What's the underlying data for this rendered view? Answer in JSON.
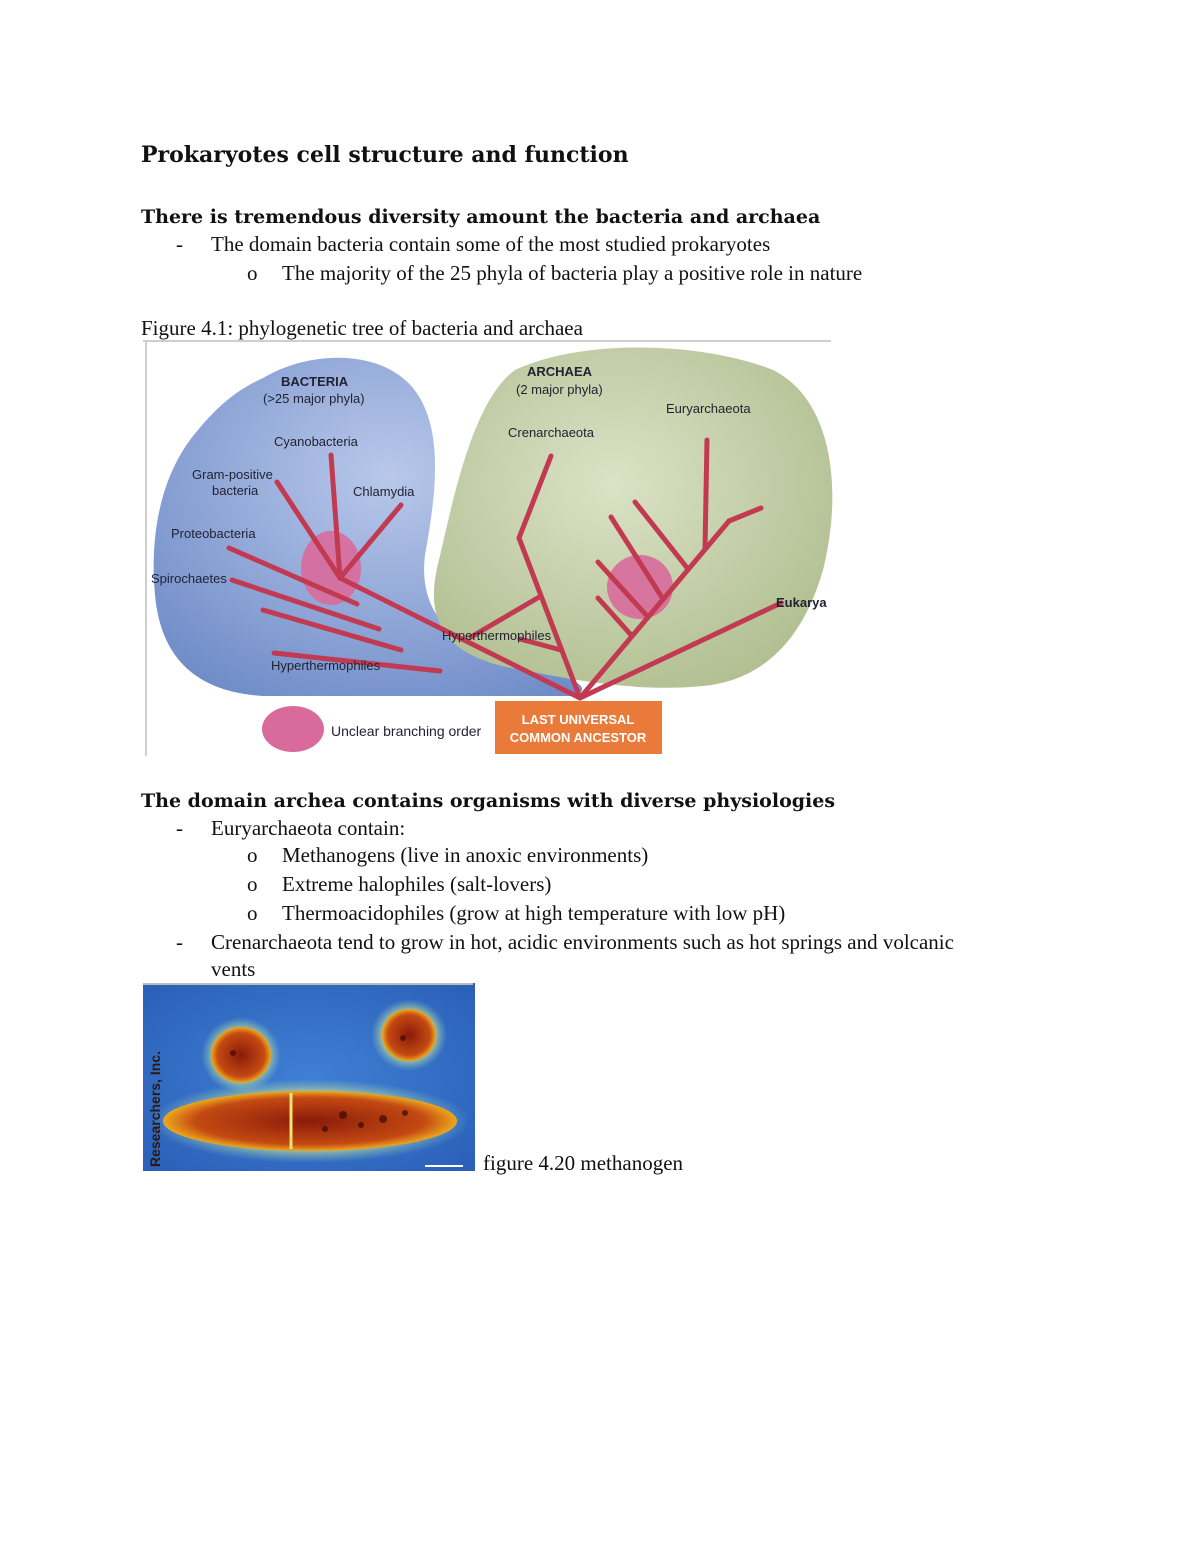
{
  "title": "Prokaryotes cell structure and function",
  "section1": {
    "heading": "There is tremendous diversity amount the bacteria and archaea",
    "bullets": [
      {
        "marker": "-",
        "text": "The domain bacteria contain some of the most studied prokaryotes"
      },
      {
        "marker": "o",
        "text": "The majority of the 25 phyla of bacteria play a positive role in nature"
      }
    ]
  },
  "figure1": {
    "caption": "Figure 4.1: phylogenetic tree of bacteria and archaea",
    "bacteria_title": "BACTERIA",
    "bacteria_sub": "(>25 major phyla)",
    "archaea_title": "ARCHAEA",
    "archaea_sub": "(2 major phyla)",
    "labels": {
      "cyanobacteria": "Cyanobacteria",
      "gram_positive_1": "Gram-positive",
      "gram_positive_2": "bacteria",
      "chlamydia": "Chlamydia",
      "proteobacteria": "Proteobacteria",
      "spirochaetes": "Spirochaetes",
      "hyperthermophiles_bacteria": "Hyperthermophiles",
      "crenarchaeota": "Crenarchaeota",
      "euryarchaeota": "Euryarchaeota",
      "hyperthermophiles_archaea": "Hyperthermophiles",
      "eukarya": "Eukarya",
      "unclear": "Unclear branching order",
      "luca_1": "LAST UNIVERSAL",
      "luca_2": "COMMON ANCESTOR"
    },
    "colors": {
      "bacteria_blob": "#7e98cf",
      "archaea_blob": "#b6c496",
      "branch": "#c23a52",
      "unclear_blob": "#d96a9c",
      "luca_box": "#ea7a3a"
    }
  },
  "section2": {
    "heading": "The domain archea contains organisms with diverse physiologies",
    "bullets": [
      {
        "marker": "-",
        "text": "Euryarchaeota contain:"
      },
      {
        "marker": "o",
        "text": "Methanogens (live in anoxic environments)"
      },
      {
        "marker": "o",
        "text": "Extreme halophiles (salt-lovers)"
      },
      {
        "marker": "o",
        "text": "Thermoacidophiles (grow at high temperature with low pH)"
      },
      {
        "marker": "-",
        "text": "Crenarchaeota tend to grow in hot, acidic environments such as hot springs and volcanic"
      },
      {
        "marker": "",
        "text": "vents"
      }
    ]
  },
  "figure2": {
    "caption": "figure 4.20 methanogen",
    "credit": "Researchers, Inc."
  }
}
